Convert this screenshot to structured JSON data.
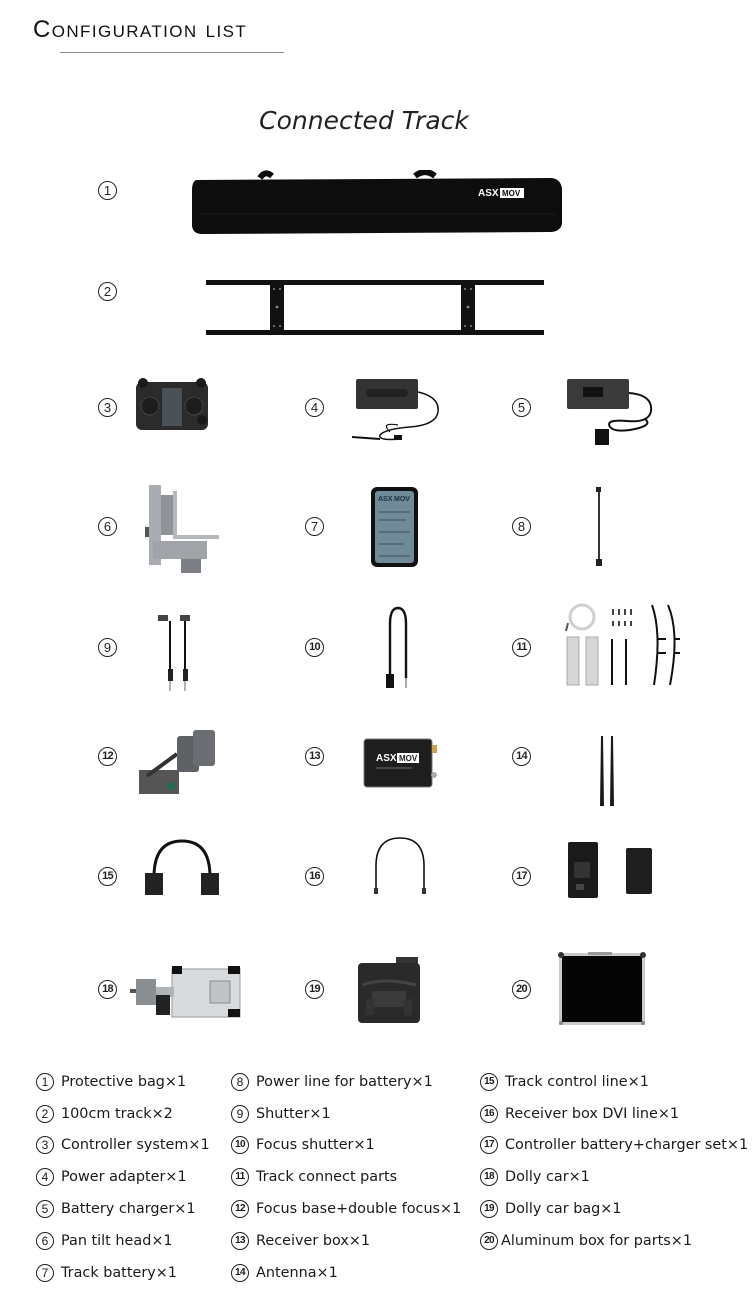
{
  "header": {
    "title": "Configuration list",
    "section_title": "Connected Track"
  },
  "brand": {
    "logo_text_a": "ASX",
    "logo_text_b": "MOV"
  },
  "colors": {
    "text": "#1a1a1a",
    "rule": "#8a8a8a",
    "product_dark": "#111111",
    "product_metal": "#b8bcc0"
  },
  "items": [
    {
      "n": "1",
      "name": "Protective bag",
      "qty": "×1"
    },
    {
      "n": "2",
      "name": "100cm track",
      "qty": "×2"
    },
    {
      "n": "3",
      "name": "Controller system",
      "qty": "×1"
    },
    {
      "n": "4",
      "name": "Power adapter",
      "qty": "×1"
    },
    {
      "n": "5",
      "name": "Battery charger",
      "qty": "×1"
    },
    {
      "n": "6",
      "name": "Pan tilt head",
      "qty": "×1"
    },
    {
      "n": "7",
      "name": "Track battery",
      "qty": "×1"
    },
    {
      "n": "8",
      "name": "Power line for battery",
      "qty": "×1"
    },
    {
      "n": "9",
      "name": "Shutter",
      "qty": "×1"
    },
    {
      "n": "10",
      "name": "Focus shutter",
      "qty": "×1"
    },
    {
      "n": "11",
      "name": "Track connect parts",
      "qty": ""
    },
    {
      "n": "12",
      "name": "Focus base+double focus",
      "qty": "×1"
    },
    {
      "n": "13",
      "name": "Receiver box",
      "qty": "×1"
    },
    {
      "n": "14",
      "name": "Antenna",
      "qty": "×1"
    },
    {
      "n": "15",
      "name": "Track control line",
      "qty": "×1"
    },
    {
      "n": "16",
      "name": "Receiver box DVI line",
      "qty": "×1"
    },
    {
      "n": "17",
      "name": "Controller battery+charger set",
      "qty": "×1"
    },
    {
      "n": "18",
      "name": "Dolly car",
      "qty": "×1"
    },
    {
      "n": "19",
      "name": "Dolly car bag",
      "qty": "×1"
    },
    {
      "n": "20",
      "name": "Aluminum box for parts",
      "qty": "×1"
    }
  ],
  "list_text": {
    "i1": "Protective bag×1",
    "i2": "100cm track×2",
    "i3": "Controller system×1",
    "i4": "Power adapter×1",
    "i5": "Battery charger×1",
    "i6": "Pan tilt head×1",
    "i7": "Track battery×1",
    "i8": "Power line for battery×1",
    "i9": "Shutter×1",
    "i10": "Focus shutter×1",
    "i11": "Track connect parts",
    "i12": "Focus base+double focus×1",
    "i13": "Receiver box×1",
    "i14": "Antenna×1",
    "i15": "Track control line×1",
    "i16": "Receiver box DVI line×1",
    "i17": "Controller battery+charger set×1",
    "i18": "Dolly car×1",
    "i19": "Dolly car bag×1",
    "i20": "Aluminum box for parts×1"
  },
  "nums": {
    "n1": "1",
    "n2": "2",
    "n3": "3",
    "n4": "4",
    "n5": "5",
    "n6": "6",
    "n7": "7",
    "n8": "8",
    "n9": "9",
    "n10": "10",
    "n11": "11",
    "n12": "12",
    "n13": "13",
    "n14": "14",
    "n15": "15",
    "n16": "16",
    "n17": "17",
    "n18": "18",
    "n19": "19",
    "n20": "20"
  }
}
